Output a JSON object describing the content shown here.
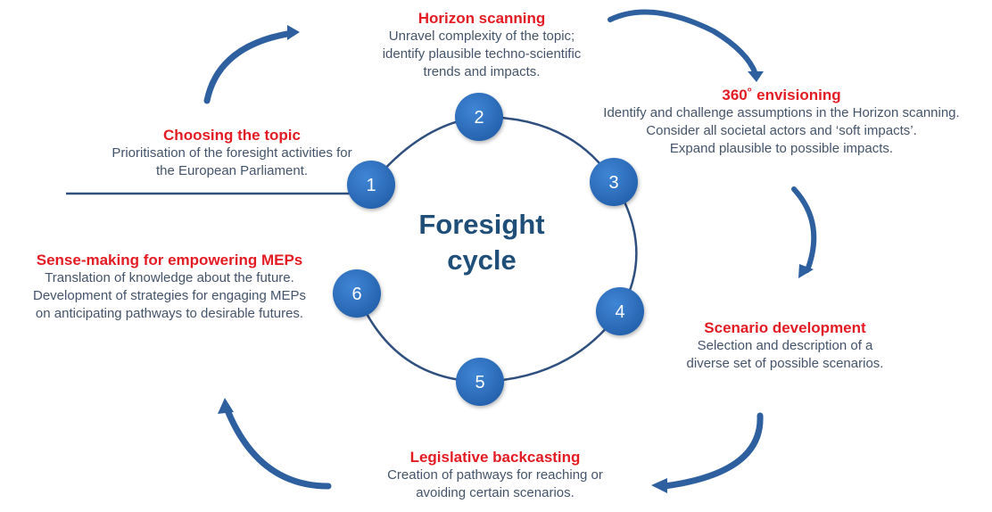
{
  "center": {
    "line1": "Foresight",
    "line2": "cycle"
  },
  "colors": {
    "title_red": "#e31b23",
    "desc_gray": "#44546a",
    "node_blue": "#2e6fbf",
    "ring_navy": "#2f4f7f",
    "arrow_blue": "#2e5f9e",
    "center_text": "#1f4e79"
  },
  "nodes": [
    {
      "number": "1"
    },
    {
      "number": "2"
    },
    {
      "number": "3"
    },
    {
      "number": "4"
    },
    {
      "number": "5"
    },
    {
      "number": "6"
    }
  ],
  "stages": [
    {
      "step": "1",
      "title": "Choosing  the topic",
      "lines": [
        "Prioritisation of the foresight activities for",
        "the European Parliament."
      ]
    },
    {
      "step": "2",
      "title": "Horizon  scanning",
      "lines": [
        "Unravel complexity of the topic;",
        "identify plausible techno-scientific",
        "trends and impacts."
      ]
    },
    {
      "step": "3",
      "title": "360˚  envisioning",
      "lines": [
        "Identify and challenge assumptions in the Horizon scanning.",
        "Consider all societal actors and ‘soft impacts’.",
        "Expand plausible to possible impacts."
      ]
    },
    {
      "step": "4",
      "title": "Scenario  development",
      "lines": [
        "Selection and description of a",
        "diverse set of possible scenarios."
      ]
    },
    {
      "step": "5",
      "title": "Legislative  backcasting",
      "lines": [
        "Creation of pathways for reaching or",
        "avoiding certain scenarios."
      ]
    },
    {
      "step": "6",
      "title": "Sense-making  for empowering  MEPs",
      "lines": [
        "Translation of knowledge about the future.",
        "Development of strategies for engaging MEPs",
        "on anticipating pathways to desirable futures."
      ]
    }
  ]
}
